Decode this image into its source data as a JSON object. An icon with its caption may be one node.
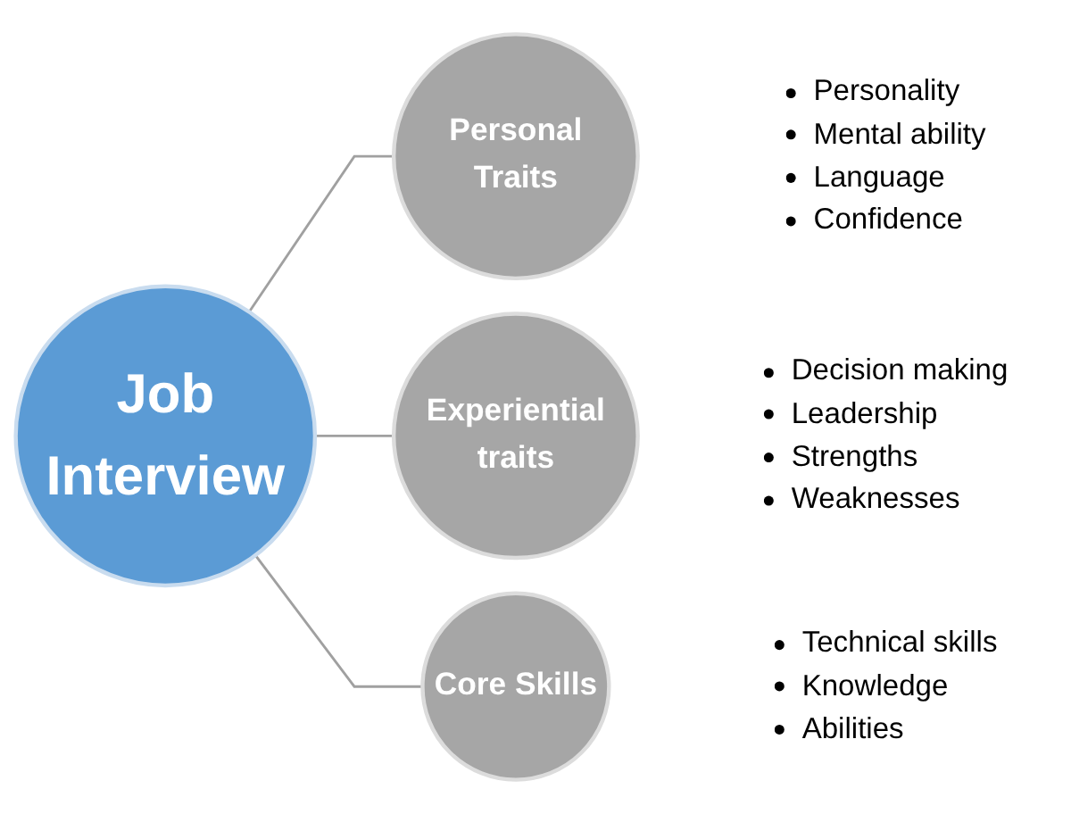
{
  "diagram": {
    "nodes": [
      {
        "text": [
          "Job Interview"
        ]
      },
      {
        "text": [
          "Personal Traits"
        ],
        "beside": [
          "Personality",
          "Mental ability",
          "Language",
          "Confidence"
        ]
      },
      {
        "text": [
          "Experiential traits"
        ],
        "beside": [
          "Decision making",
          "Leadership",
          "Strengths",
          "Weaknesses"
        ]
      },
      {
        "text": [
          "Core Skills"
        ],
        "beside": [
          "Technical skills",
          "Knowledge",
          "Abilities"
        ]
      }
    ],
    "edges": [
      {
        "from": 0,
        "to": 1,
        "arrow": "none"
      },
      {
        "from": 0,
        "to": 2,
        "arrow": "none"
      },
      {
        "from": 0,
        "to": 3,
        "arrow": "none"
      }
    ]
  }
}
